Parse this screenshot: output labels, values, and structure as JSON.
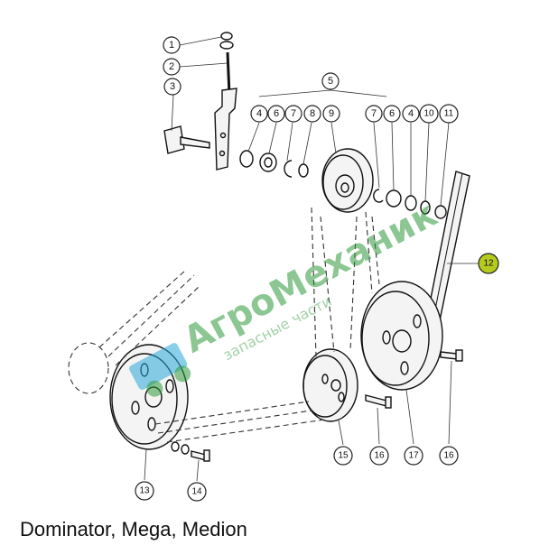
{
  "caption": "Dominator, Mega, Medion",
  "watermark": {
    "brand": "АгроМеханик",
    "subtitle": "запасные части",
    "color": "#2f9a3c"
  },
  "callouts": {
    "c1": "1",
    "c2": "2",
    "c3": "3",
    "c4a": "4",
    "c6a": "6",
    "c7a": "7",
    "c8": "8",
    "c9": "9",
    "c5": "5",
    "c7b": "7",
    "c6b": "6",
    "c4b": "4",
    "c10": "10",
    "c11": "11",
    "c12": "12",
    "c13": "13",
    "c14": "14",
    "c15": "15",
    "c16a": "16",
    "c16b": "16",
    "c17": "17"
  },
  "highlight_color": "#b5cc1f"
}
